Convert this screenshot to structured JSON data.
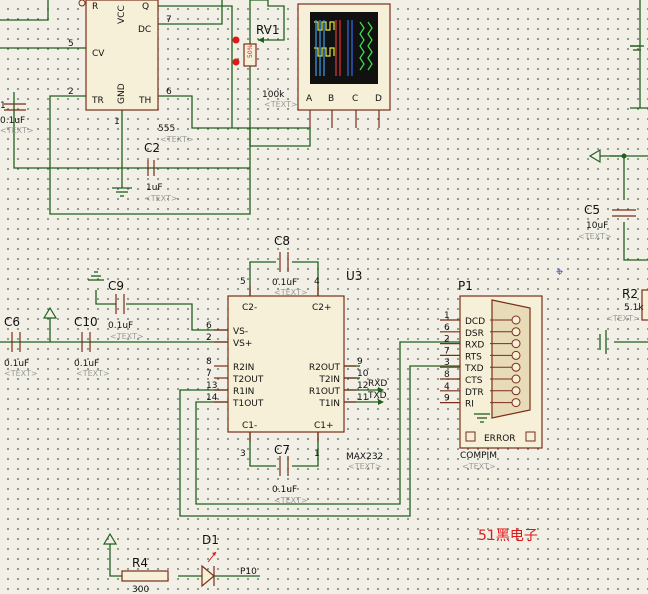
{
  "timer": {
    "ref": "555",
    "pins": {
      "R": "R",
      "VCC": "VCC",
      "Q": "Q",
      "DC": "DC",
      "CV": "CV",
      "TR": "TR",
      "GND": "GND",
      "TH": "TH"
    },
    "nums": {
      "cv": "5",
      "tr": "2",
      "th": "6",
      "gnd": "1",
      "dc": "7"
    },
    "text": "<TEXT>"
  },
  "rv1": {
    "ref": "RV1",
    "value": "100k",
    "pct": "50%",
    "text": "<TEXT>"
  },
  "scope": {
    "channels": [
      "A",
      "B",
      "C",
      "D"
    ]
  },
  "c1": {
    "ref": "1",
    "value": "0.1uF",
    "text": "<TEXT>"
  },
  "c2": {
    "ref": "C2",
    "value": "1uF",
    "text": "<TEXT>"
  },
  "c5": {
    "ref": "C5",
    "value": "10uF",
    "text": "<TEXT>"
  },
  "r2": {
    "ref": "R2",
    "value": "5.1k",
    "text": "<TEXT>"
  },
  "c8": {
    "ref": "C8",
    "value": "0.1uF",
    "text": "<TEXT>",
    "pin_left": "5",
    "pin_right": "4"
  },
  "c9": {
    "ref": "C9",
    "value": "0.1uF",
    "text": "<TEXT>"
  },
  "c6": {
    "ref": "C6",
    "value": "0.1uF",
    "text": "<TEXT>"
  },
  "c10": {
    "ref": "C10",
    "value": "0.1uF",
    "text": "<TEXT>"
  },
  "c7": {
    "ref": "C7",
    "value": "0.1uF",
    "text": "<TEXT>",
    "pin_left": "3",
    "pin_right": "1"
  },
  "u3": {
    "ref": "U3",
    "part": "MAX232",
    "text": "<TEXT>",
    "left_pins": [
      {
        "n": "6",
        "l": "VS-"
      },
      {
        "n": "2",
        "l": "VS+"
      },
      {
        "n": "8",
        "l": "R2IN"
      },
      {
        "n": "7",
        "l": "T2OUT"
      },
      {
        "n": "13",
        "l": "R1IN"
      },
      {
        "n": "14",
        "l": "T1OUT"
      }
    ],
    "right_pins": [
      {
        "n": "9",
        "l": "R2OUT"
      },
      {
        "n": "10",
        "l": "T2IN"
      },
      {
        "n": "12",
        "l": "R1OUT"
      },
      {
        "n": "11",
        "l": "T1IN"
      }
    ],
    "top": {
      "c2m": "C2-",
      "c2p": "C2+"
    },
    "bottom": {
      "c1m": "C1-",
      "c1p": "C1+"
    },
    "rxd": "RXD",
    "txd": "TXD"
  },
  "p1": {
    "ref": "P1",
    "part": "COMPIM",
    "text": "<TEXT>",
    "error": "ERROR",
    "pins": [
      {
        "n": "1",
        "l": "DCD"
      },
      {
        "n": "6",
        "l": "DSR"
      },
      {
        "n": "2",
        "l": "RXD"
      },
      {
        "n": "7",
        "l": "RTS"
      },
      {
        "n": "3",
        "l": "TXD"
      },
      {
        "n": "8",
        "l": "CTS"
      },
      {
        "n": "4",
        "l": "DTR"
      },
      {
        "n": "9",
        "l": "RI"
      }
    ]
  },
  "r4": {
    "ref": "R4",
    "value": "300"
  },
  "d1": {
    "ref": "D1",
    "net": "P10"
  },
  "watermark": "51黑电子"
}
